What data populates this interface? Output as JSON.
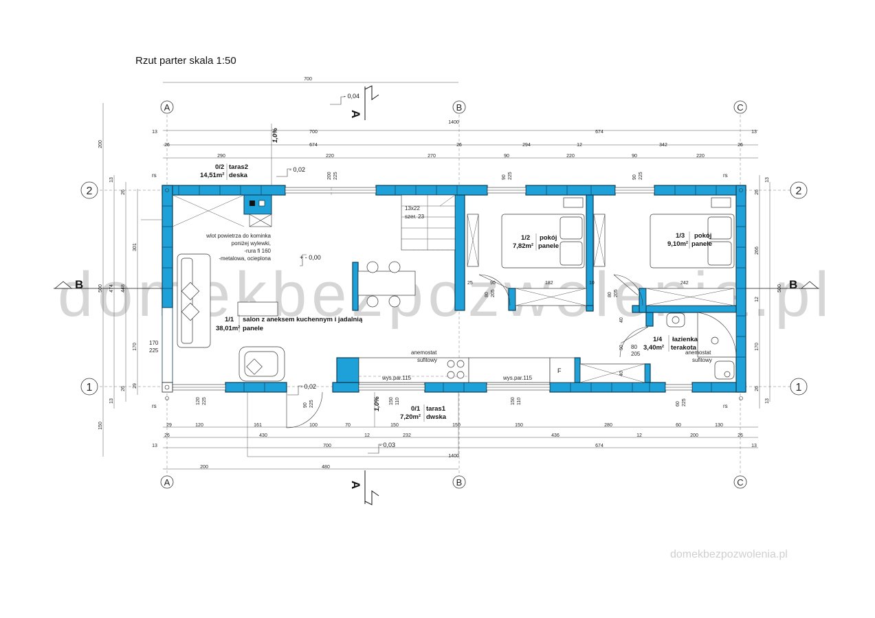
{
  "title": "Rzut parter skala 1:50",
  "axes": {
    "columns": [
      "A",
      "B",
      "C"
    ],
    "rows": [
      "2",
      "1"
    ]
  },
  "sections": {
    "a": "A",
    "b": "B"
  },
  "watermark": "domekbezpozwolenia.pl",
  "footer_url": "domekbezpozwolenia.pl",
  "levels": {
    "top": "- 0,04",
    "terrace2": "- 0,02",
    "main": "+ - 0,00",
    "front": "- 0,02",
    "bottom": "- 0,03",
    "slope_top": "1,0%",
    "slope_bottom": "1,0%"
  },
  "rooms": [
    {
      "id": "0/2",
      "name": "taras2",
      "area": "14,51m²",
      "finish": "deska"
    },
    {
      "id": "1/1",
      "name": "salon z aneksem kuchennym i jadalnią",
      "area": "38,01m²",
      "finish": "panele"
    },
    {
      "id": "1/2",
      "name": "pokój",
      "area": "7,82m²",
      "finish": "panele"
    },
    {
      "id": "1/3",
      "name": "pokój",
      "area": "9,10m²",
      "finish": "panele"
    },
    {
      "id": "1/4",
      "name": "łazienka",
      "area": "3,40m²",
      "finish": "terakota"
    },
    {
      "id": "0/1",
      "name": "taras1",
      "area": "7,20m²",
      "finish": "dwska"
    }
  ],
  "notes": {
    "chimney": [
      "wlot powietrza do kominka",
      "poniżej wylewki,",
      "-rura fi 160",
      "-metalowa, ocieplona"
    ],
    "stairs": [
      "13x22",
      "szer. 23"
    ],
    "anemostat1": [
      "anemostat",
      "sufitowy"
    ],
    "anemostat2": [
      "anemostat",
      "sufitowy"
    ],
    "counter1": "wys.par.115",
    "counter2": "wys.par.115",
    "fridge": "F",
    "rs": "rs"
  },
  "dims": {
    "top_overall_upper": "700",
    "top_overall": "1400",
    "top_a": [
      "13",
      "700",
      "674",
      "13"
    ],
    "top_b": [
      "26",
      "674",
      "26",
      "294",
      "12",
      "342",
      "26"
    ],
    "top_c": [
      "290",
      "220",
      "270",
      "90",
      "220",
      "90",
      "220"
    ],
    "bottom_a": [
      "29",
      "120",
      "161",
      "100",
      "70",
      "150",
      "150",
      "150",
      "280",
      "60",
      "130"
    ],
    "bottom_b": [
      "26",
      "430",
      "12",
      "232",
      "436",
      "12",
      "200",
      "26"
    ],
    "bottom_c": [
      "13",
      "700",
      "674",
      "13"
    ],
    "bottom_overall": "1400",
    "bottom_lower": [
      "200",
      "480"
    ],
    "left_outer": [
      "200",
      "500",
      "150"
    ],
    "left_mid": [
      "474"
    ],
    "left_inner": [
      "448"
    ],
    "left_small": [
      "13",
      "26",
      "29",
      "26",
      "13"
    ],
    "left_parts": [
      "301",
      "170"
    ],
    "right_outer": [
      "500"
    ],
    "right_parts": [
      "266",
      "12",
      "170"
    ],
    "right_small": [
      "13",
      "26",
      "26",
      "13"
    ],
    "openings": {
      "w_top1": [
        "200",
        "225"
      ],
      "w_top2": [
        "90",
        "225"
      ],
      "w_top3": [
        "90",
        "225"
      ],
      "w_left": [
        "170",
        "225"
      ],
      "w_bot1": [
        "120",
        "225"
      ],
      "w_bot2": [
        "90",
        "225"
      ],
      "w_bot3": [
        "150",
        "110"
      ],
      "w_bot4": [
        "150",
        "110"
      ],
      "w_bot5": [
        "60",
        "225"
      ],
      "d1": [
        "80",
        "205"
      ],
      "d2": [
        "80",
        "205"
      ],
      "d3": [
        "80",
        "205"
      ],
      "room_w": [
        "25",
        "90",
        "182",
        "10",
        "242"
      ],
      "misc": [
        "90",
        "40",
        "40"
      ]
    }
  }
}
